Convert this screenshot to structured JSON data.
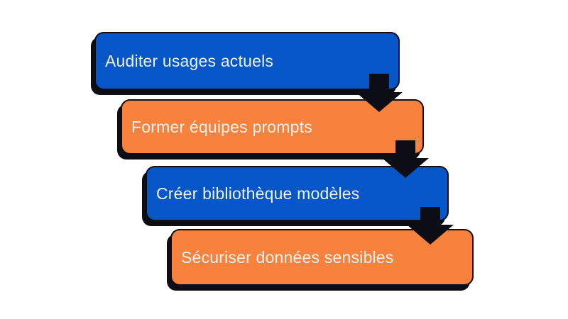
{
  "diagram": {
    "type": "stepped-flowchart",
    "background": "#ffffff",
    "colors": {
      "blue": "#0756c8",
      "orange": "#f6823e",
      "arrow": "#0d0d15",
      "shadow": "#0d0d15",
      "label_text": "#f1f1ee"
    },
    "connector": "arrow-down",
    "steps": [
      {
        "label": "Auditer usages actuels",
        "color": "blue"
      },
      {
        "label": "Former équipes prompts",
        "color": "orange"
      },
      {
        "label": "Créer bibliothèque modèles",
        "color": "blue"
      },
      {
        "label": "Sécuriser données sensibles",
        "color": "orange"
      }
    ]
  }
}
